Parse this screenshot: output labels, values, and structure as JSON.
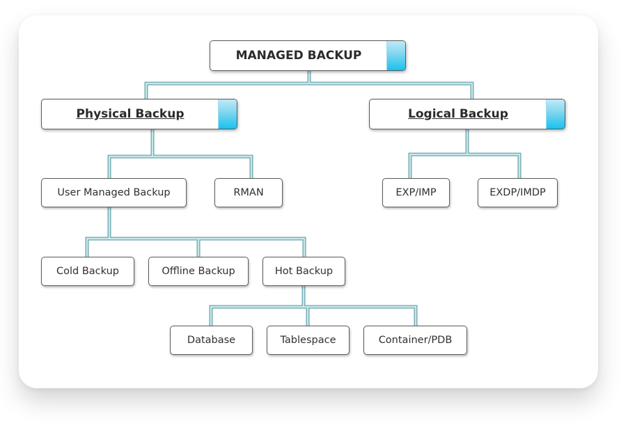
{
  "diagram": {
    "root": {
      "label": "MANAGED BACKUP"
    },
    "physical": {
      "label": "Physical Backup"
    },
    "logical": {
      "label": "Logical Backup"
    },
    "user_managed": {
      "label": "User Managed Backup"
    },
    "rman": {
      "label": "RMAN"
    },
    "exp_imp": {
      "label": "EXP/IMP"
    },
    "expdp_impdp": {
      "label": "EXDP/IMDP"
    },
    "cold": {
      "label": "Cold Backup"
    },
    "offline": {
      "label": "Offline Backup"
    },
    "hot": {
      "label": "Hot Backup"
    },
    "database": {
      "label": "Database"
    },
    "tablespace": {
      "label": "Tablespace"
    },
    "container": {
      "label": "Container/PDB"
    }
  },
  "colors": {
    "connector_fill": "#c8e8ea",
    "connector_edge": "#6aa6ae",
    "accent_top": "#bfeaf7",
    "accent_bottom": "#18c2ee",
    "node_border": "#5a5a5a"
  }
}
